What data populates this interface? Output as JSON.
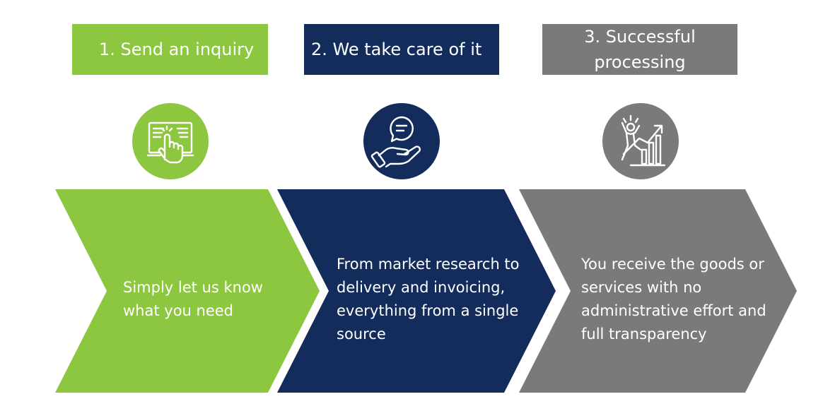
{
  "steps": [
    {
      "title": "1. Send an inquiry",
      "description": "Simply let us know what you need",
      "icon": "touch-screen-icon",
      "color": "#8dc63f"
    },
    {
      "title": "2. We take care of it",
      "description": "From market research to delivery and invoicing, everything from a single source",
      "icon": "hand-speech-bubble-icon",
      "color": "#132c5c"
    },
    {
      "title": "3. Successful processing",
      "description": "You receive the goods or services with no administrative effort and full transparency",
      "icon": "celebrating-growth-chart-icon",
      "color": "#7a7a7a"
    }
  ]
}
